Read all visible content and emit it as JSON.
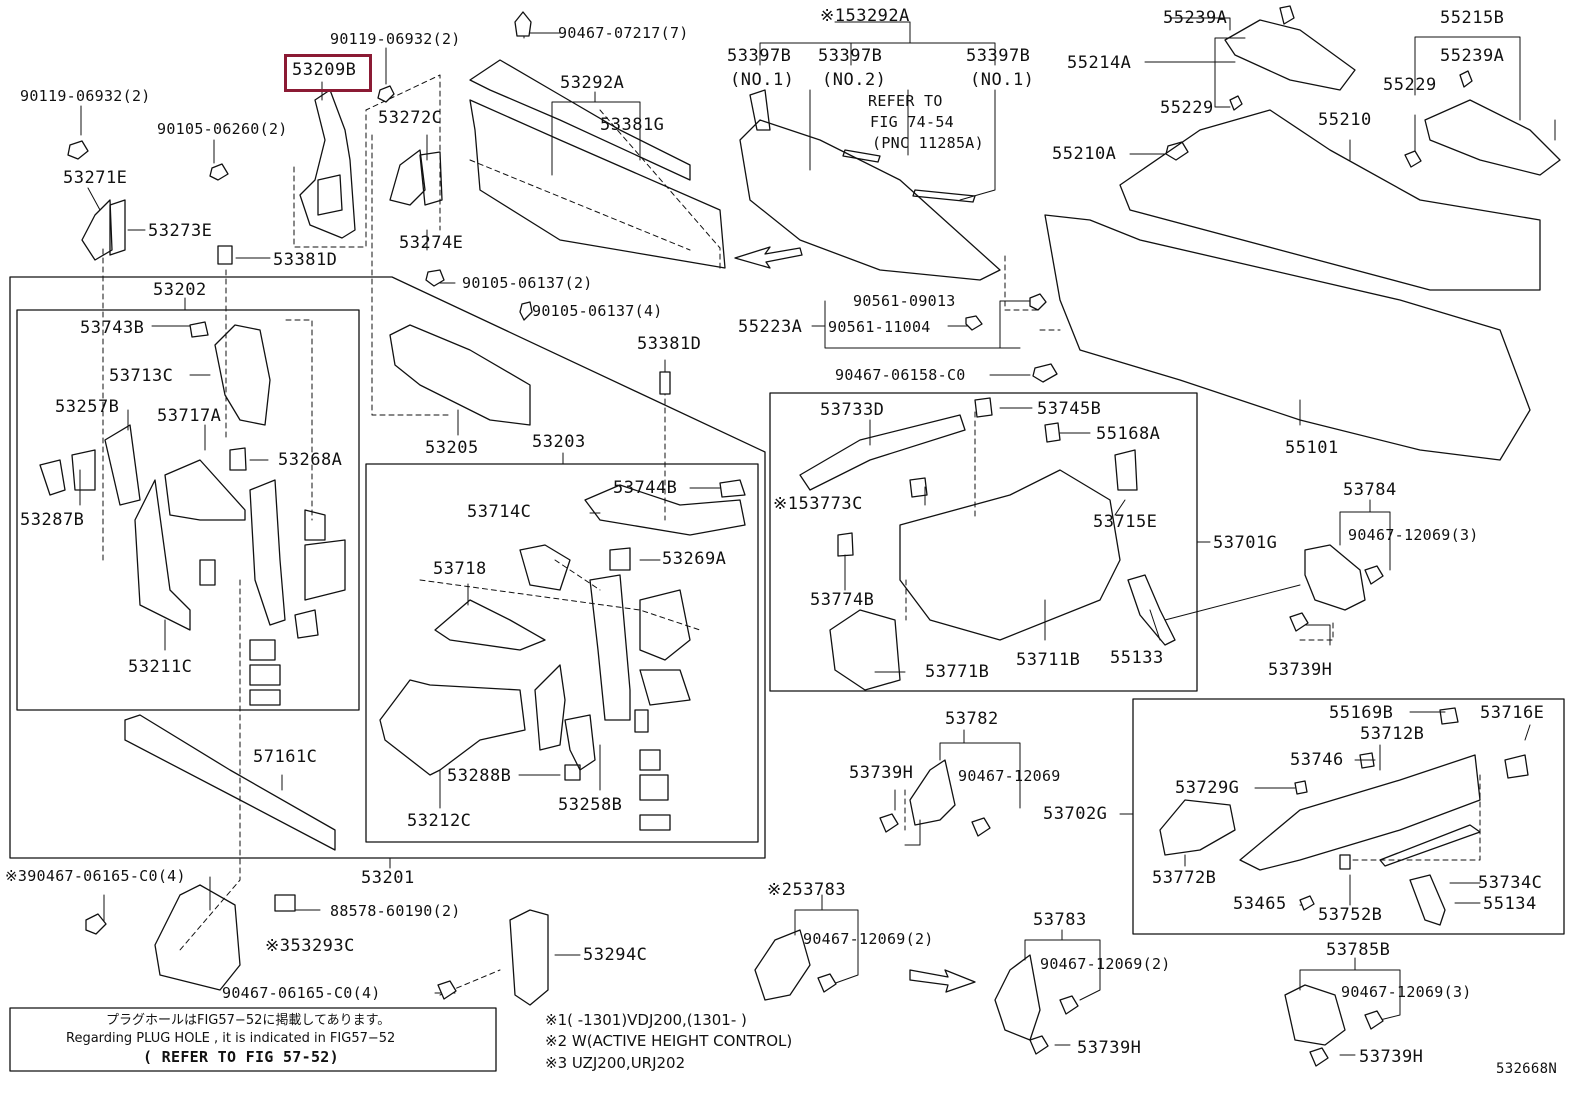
{
  "diagram_id": "532668N",
  "highlighted_part": "53209B",
  "labels": {
    "l_53209B": "53209B",
    "l_90119_top": "90119-06932(2)",
    "l_90119_left": "90119-06932(2)",
    "l_90105_260": "90105-06260(2)",
    "l_53271E": "53271E",
    "l_53273E": "53273E",
    "l_53381D_a": "53381D",
    "l_53272C": "53272C",
    "l_53274E": "53274E",
    "l_90467_07217": "90467-07217(7)",
    "l_53292A": "53292A",
    "l_53381G": "53381G",
    "l_153292A": "※153292A",
    "l_53397B_1a": "53397B",
    "l_no1a": "(NO.1)",
    "l_53397B_2": "53397B",
    "l_no2": "(NO.2)",
    "l_53397B_1b": "53397B",
    "l_no1b": "(NO.1)",
    "l_refer": "REFER TO",
    "l_fig7454": "FIG 74-54",
    "l_pnc": "(PNC 11285A)",
    "l_55239A_a": "55239A",
    "l_55214A": "55214A",
    "l_55229_a": "55229",
    "l_55215B": "55215B",
    "l_55239A_b": "55239A",
    "l_55229_b": "55229",
    "l_55210": "55210",
    "l_55210A": "55210A",
    "l_90561_09013": "90561-09013",
    "l_55223A": "55223A",
    "l_90561_11004": "90561-11004",
    "l_90467_06158": "90467-06158-C0",
    "l_55101": "55101",
    "l_90105_137_2": "90105-06137(2)",
    "l_90105_137_4": "90105-06137(4)",
    "l_53381D_b": "53381D",
    "l_53202": "53202",
    "l_53743B": "53743B",
    "l_53713C": "53713C",
    "l_53257B": "53257B",
    "l_53717A": "53717A",
    "l_53268A": "53268A",
    "l_53287B": "53287B",
    "l_53211C": "53211C",
    "l_53205": "53205",
    "l_53203": "53203",
    "l_53744B": "53744B",
    "l_53714C": "53714C",
    "l_53718": "53718",
    "l_53269A": "53269A",
    "l_53288B": "53288B",
    "l_53258B": "53258B",
    "l_53212C": "53212C",
    "l_57161C": "57161C",
    "l_53201": "53201",
    "l_90467_06165_a": "※390467-06165-C0(4)",
    "l_53293C": "※353293C",
    "l_53294C": "53294C",
    "l_90467_06165_b": "90467-06165-C0(4)",
    "l_88578": "88578-60190(2)",
    "l_53733D": "53733D",
    "l_53745B": "53745B",
    "l_55168A": "55168A",
    "l_153773C": "※153773C",
    "l_53715E": "53715E",
    "l_53701G": "53701G",
    "l_53774B": "53774B",
    "l_53771B": "53771B",
    "l_53711B": "53711B",
    "l_55133": "55133",
    "l_53784": "53784",
    "l_90467_12069_3a": "90467-12069(3)",
    "l_53739H_a": "53739H",
    "l_53782": "53782",
    "l_53739H_b": "53739H",
    "l_90467_12069": "90467-12069",
    "l_55169B": "55169B",
    "l_53716E": "53716E",
    "l_53746": "53746",
    "l_53712B": "53712B",
    "l_53729G": "53729G",
    "l_53702G": "53702G",
    "l_53772B": "53772B",
    "l_53734C": "53734C",
    "l_53465": "53465",
    "l_53752B": "53752B",
    "l_55134": "55134",
    "l_53783_a": "※253783",
    "l_90467_12069_2a": "90467-12069(2)",
    "l_53783_b": "53783",
    "l_90467_12069_2b": "90467-12069(2)",
    "l_53739H_c": "53739H",
    "l_53785B": "53785B",
    "l_90467_12069_3b": "90467-12069(3)",
    "l_53739H_d": "53739H"
  },
  "notes": {
    "jp": "プラグホールはFIG57−52に掲載してあります。",
    "en": "Regarding PLUG HOLE , it is indicated in FIG57−52",
    "refer": "( REFER TO FIG 57-52)",
    "fn1": "※1(      -1301)VDJ200,(1301-      )",
    "fn2": "※2 W(ACTIVE HEIGHT CONTROL)",
    "fn3": "※3 UZJ200,URJ202"
  },
  "colors": {
    "highlight": "#8b1a34",
    "line": "#111111"
  }
}
